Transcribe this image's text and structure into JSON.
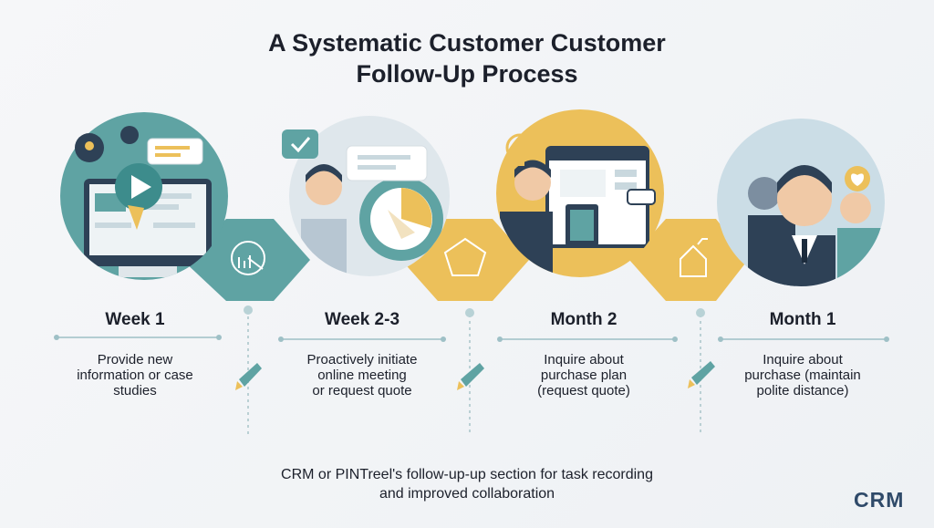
{
  "title": {
    "line1": "A Systematic Customer Customer",
    "line2": "Follow-Up Process"
  },
  "steps": [
    {
      "label": "Week 1",
      "desc": [
        "Provide new",
        "information or case",
        "studies"
      ]
    },
    {
      "label": "Week 2-3",
      "desc": [
        "Proactively initiate",
        "online meeting",
        "or request quote"
      ]
    },
    {
      "label": "Month 2",
      "desc": [
        "Inquire about",
        "purchase plan",
        "(request quote)"
      ]
    },
    {
      "label": "Month 1",
      "desc": [
        "Inquire about",
        "purchase  (maintain",
        "polite distance)"
      ]
    }
  ],
  "footer": {
    "line1": "CRM or PINTreel's follow-up-up section for task recording",
    "line2": "and improved collaboration"
  },
  "logo": {
    "text": "CRM"
  },
  "colors": {
    "teal": "#5fa3a3",
    "gold": "#ecc05a",
    "navy": "#2f4a69",
    "line": "#b8d2d6"
  }
}
